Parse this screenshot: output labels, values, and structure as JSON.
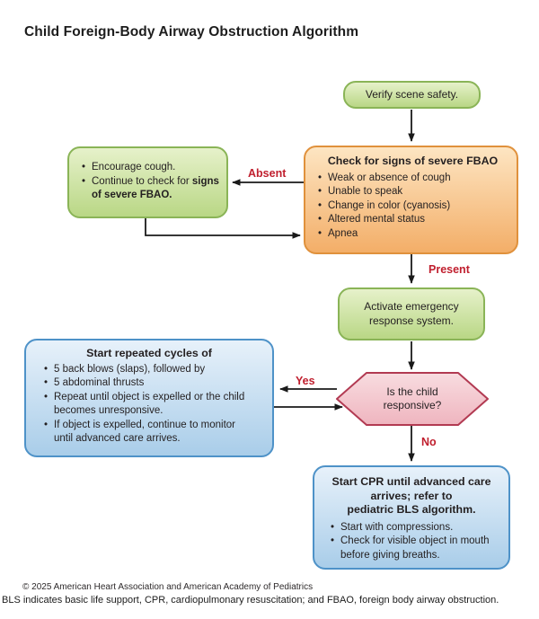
{
  "title": "Child Foreign-Body Airway Obstruction Algorithm",
  "colors": {
    "green_border": "#8ab457",
    "green_top": "#e6f1ca",
    "green_bottom": "#b9d785",
    "orange_border": "#e0913c",
    "orange_top": "#fde5c2",
    "orange_bottom": "#f3ae68",
    "blue_border": "#4e92c8",
    "blue_top": "#e7f1fa",
    "blue_bottom": "#a9cde9",
    "pink_border": "#b23a52",
    "pink_top": "#f8dce0",
    "pink_bottom": "#efb5bf",
    "label_red": "#c01f2e",
    "arrow_black": "#1a1a1a",
    "text": "#231f20"
  },
  "nodes": {
    "verify": {
      "text": "Verify scene safety."
    },
    "check": {
      "title": "Check for signs of severe FBAO",
      "bullets": [
        "Weak or absence of cough",
        "Unable to speak",
        "Change in color (cyanosis)",
        "Altered mental status",
        "Apnea"
      ]
    },
    "encourage": {
      "bullet1": "Encourage cough.",
      "bullet2_normal": "Continue to check for",
      "bullet2_bold": "signs of severe FBAO."
    },
    "activate": {
      "lines": [
        "Activate emergency",
        "response system."
      ]
    },
    "responsive": {
      "lines": [
        "Is the child",
        "responsive?"
      ]
    },
    "cycles": {
      "title": "Start repeated cycles of",
      "bullets": [
        "5 back blows (slaps), followed by",
        "5 abdominal thrusts",
        "Repeat until object is expelled or the child becomes unresponsive.",
        "If object is expelled, continue to monitor until advanced care arrives."
      ]
    },
    "cpr": {
      "title_lines": [
        "Start CPR until advanced care",
        "arrives; refer to",
        "pediatric BLS algorithm."
      ],
      "bullets": [
        "Start with compressions.",
        "Check for visible object in mouth before giving breaths."
      ]
    }
  },
  "edge_labels": {
    "absent": "Absent",
    "present": "Present",
    "yes": "Yes",
    "no": "No"
  },
  "footer": {
    "copyright": "© 2025 American Heart Association and American Academy of Pediatrics",
    "abbreviations": "BLS indicates basic life support, CPR, cardiopulmonary resuscitation; and FBAO, foreign body airway obstruction."
  }
}
